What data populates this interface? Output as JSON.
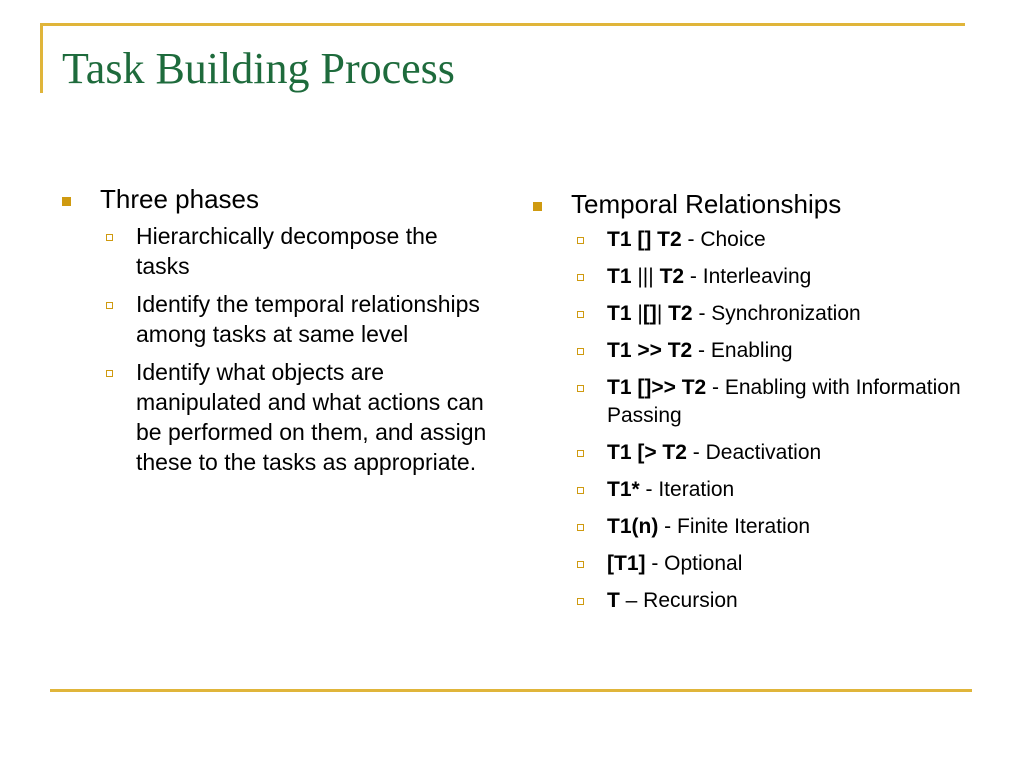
{
  "slide": {
    "title": "Task Building Process"
  },
  "left": {
    "heading": "Three phases",
    "items": [
      "Hierarchically decompose the tasks",
      "Identify the temporal relationships among tasks at same level",
      "Identify what objects are manipulated and what actions can be performed on them, and assign these to the tasks as appropriate."
    ]
  },
  "right": {
    "heading": "Temporal Relationships",
    "items": [
      {
        "op": "T1 [] T2",
        "desc": " - Choice"
      },
      {
        "op": "T1",
        "mid": " ||| ",
        "op2": "T2",
        "desc": " - Interleaving"
      },
      {
        "op": "T1",
        "mid": " |",
        "op2": "[]",
        "mid2": "| ",
        "op3": "T2",
        "desc": " - Synchronization"
      },
      {
        "op": "T1 >> T2",
        "desc": " - Enabling"
      },
      {
        "op": "T1 []>> T2",
        "desc": " - Enabling with Information Passing"
      },
      {
        "op": "T1 [> T2",
        "desc": " - Deactivation"
      },
      {
        "op": "T1*",
        "desc": " - Iteration"
      },
      {
        "op": "T1(n)",
        "desc": " - Finite Iteration"
      },
      {
        "op": "[T1]",
        "desc": " - Optional"
      },
      {
        "op": "T",
        "desc": " – Recursion"
      }
    ]
  },
  "colors": {
    "title": "#1e6b3c",
    "accent": "#e0b53a",
    "bullet": "#cf9a10"
  }
}
